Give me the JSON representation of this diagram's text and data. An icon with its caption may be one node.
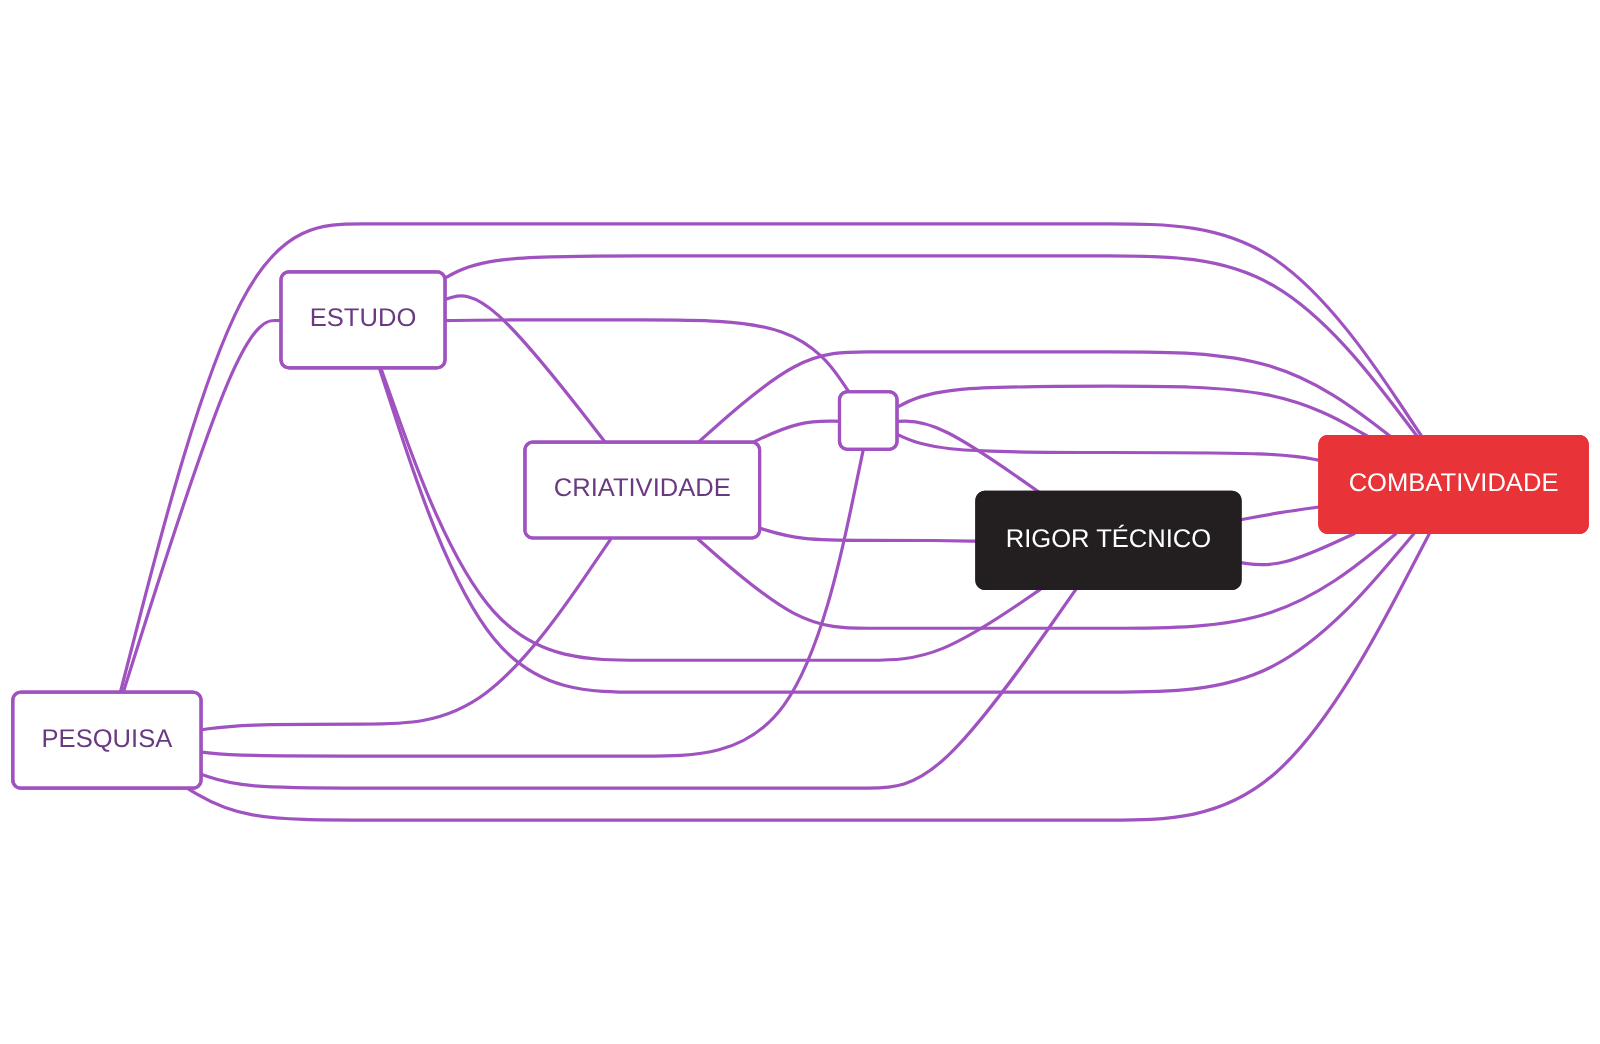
{
  "diagram": {
    "nodes": [
      {
        "text": [
          "PESQUISA"
        ]
      },
      {
        "text": [
          "ESTUDO"
        ]
      },
      {
        "text": [
          "CRIATIVIDADE"
        ]
      },
      {
        "text": [],
        "shape": "box"
      },
      {
        "text": [
          "RIGOR TÉCNICO"
        ]
      },
      {
        "text": [
          "COMBATIVIDADE"
        ]
      }
    ],
    "edges": [
      {
        "from": 0,
        "to": 5,
        "arrow": "none"
      },
      {
        "from": 1,
        "to": 5,
        "arrow": "none"
      },
      {
        "from": 2,
        "to": 5,
        "arrow": "none"
      },
      {
        "from": 3,
        "to": 5,
        "arrow": "none"
      },
      {
        "from": 4,
        "to": 5,
        "arrow": "none"
      },
      {
        "from": 0,
        "to": 1,
        "arrow": "none"
      },
      {
        "from": 1,
        "to": 2,
        "arrow": "none"
      },
      {
        "from": 2,
        "to": 3,
        "arrow": "none"
      },
      {
        "from": 0,
        "to": 2,
        "arrow": "none"
      },
      {
        "from": 1,
        "to": 3,
        "arrow": "none"
      },
      {
        "from": 0,
        "to": 3,
        "arrow": "none"
      },
      {
        "from": 3,
        "to": 4,
        "arrow": "none"
      },
      {
        "from": 2,
        "to": 4,
        "arrow": "none"
      },
      {
        "from": 1,
        "to": 4,
        "arrow": "none"
      },
      {
        "from": 0,
        "to": 4,
        "arrow": "none"
      },
      {
        "from": 3,
        "to": 5,
        "arrow": "none"
      },
      {
        "from": 2,
        "to": 5,
        "arrow": "none"
      },
      {
        "from": 1,
        "to": 5,
        "arrow": "none"
      },
      {
        "from": 0,
        "to": 5,
        "arrow": "none"
      },
      {
        "from": 4,
        "to": 5,
        "arrow": "none"
      }
    ]
  }
}
